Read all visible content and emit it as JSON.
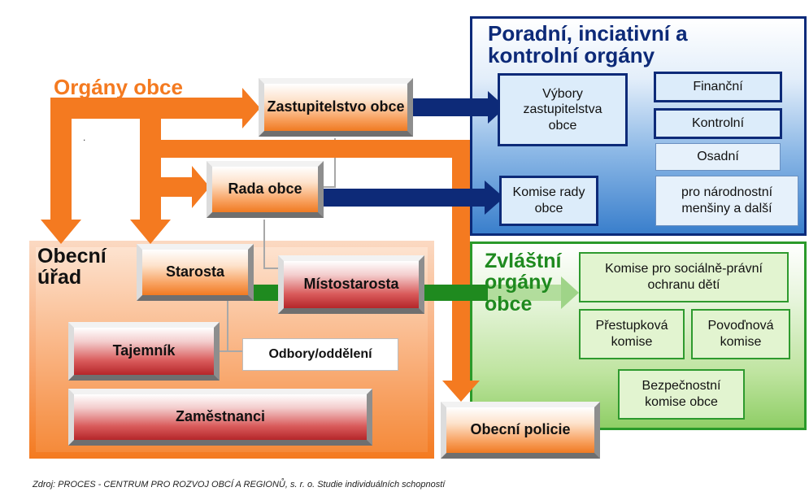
{
  "labels": {
    "organs_title": "Orgány obce",
    "advisory_title": "Poradní, inciativní a kontrolní orgány",
    "office_title": "Obecní úřad",
    "special_title": "Zvláštní orgány obce",
    "dot": "."
  },
  "nodes": {
    "council": "Zastupitelstvo obce",
    "board": "Rada obce",
    "mayor": "Starosta",
    "deputy_mayor": "Místostarosta",
    "secretary": "Tajemník",
    "departments": "Odbory/oddělení",
    "employees": "Zaměstnanci",
    "police": "Obecní policie"
  },
  "advisory": {
    "committees": "Výbory zastupitelstva obce",
    "financial": "Finanční",
    "control": "Kontrolní",
    "settlement": "Osadní",
    "minorities": "pro národnostní menšiny a další",
    "board_commissions": "Komise rady obce"
  },
  "special": {
    "social_commission": "Komise pro sociálně-právní ochranu dětí",
    "offense_commission": "Přestupková komise",
    "flood_commission": "Povoďnová komise",
    "security_commission": "Bezpečnostní komise obce"
  },
  "source_note": "Zdroj: PROCES - CENTRUM PRO ROZVOJ OBCÍ A REGIONŮ, s. r. o. Studie individuálních schopností",
  "colors": {
    "orange": "#f47a20",
    "navy": "#0d2a78",
    "green": "#1f8a1f",
    "dark_red": "#b5262a"
  }
}
